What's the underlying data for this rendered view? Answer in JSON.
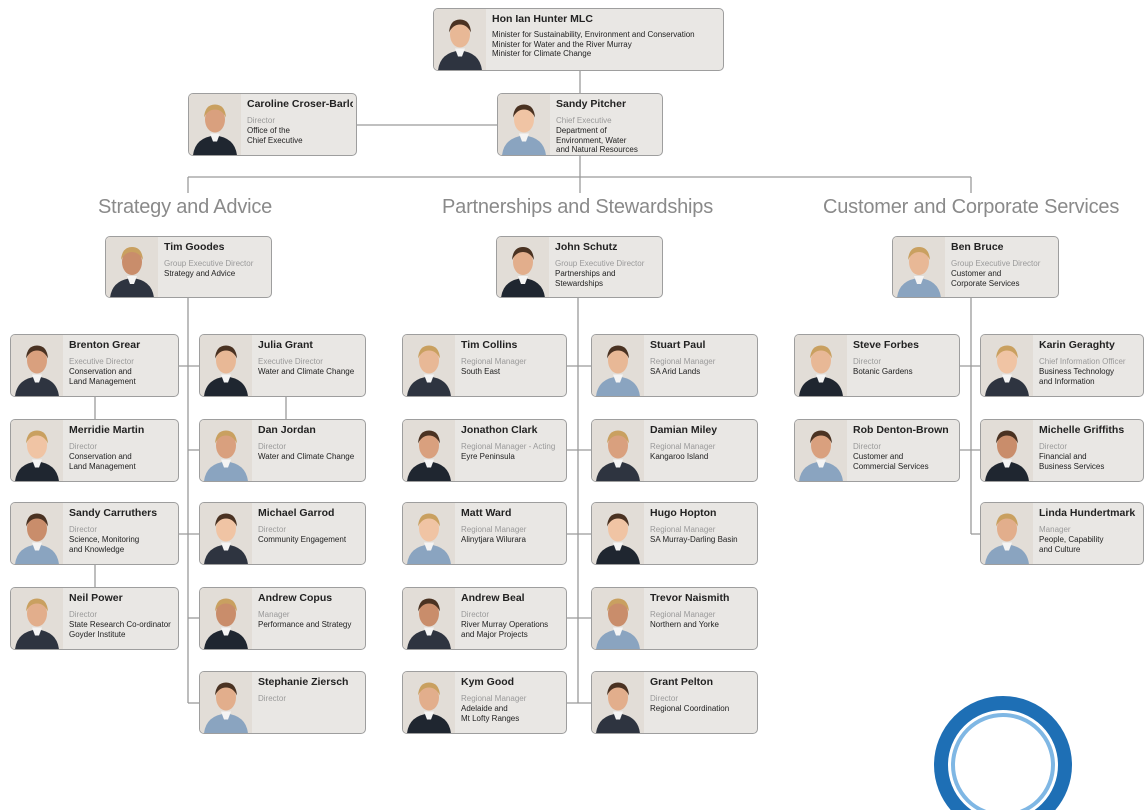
{
  "colors": {
    "card_fill": "#e9e7e4",
    "card_border": "#9e9e9e",
    "connector": "#9a9a9a",
    "section_title": "#8a8a8a",
    "badge_blue": "#1e6fb5"
  },
  "minister": {
    "name": "Hon Ian Hunter MLC",
    "lines": "Minister for Sustainability, Environment and Conservation\nMinister for Water and the River Murray\nMinister for Climate Change"
  },
  "executive": {
    "croser": {
      "name": "Caroline Croser-Barlow",
      "role": "Director",
      "unit": "Office of the\nChief Executive"
    },
    "pitcher": {
      "name": "Sandy Pitcher",
      "role": "Chief Executive",
      "unit": "Department of\nEnvironment, Water\nand Natural Resources"
    }
  },
  "sections": {
    "strategy": "Strategy and Advice",
    "partnerships": "Partnerships and Stewardships",
    "customer": "Customer and Corporate Services"
  },
  "people": {
    "goodes": {
      "name": "Tim Goodes",
      "role": "Group Executive Director",
      "unit": "Strategy and Advice"
    },
    "schutz": {
      "name": "John Schutz",
      "role": "Group Executive Director",
      "unit": "Partnerships and\nStewardships"
    },
    "bruce": {
      "name": "Ben Bruce",
      "role": "Group Executive Director",
      "unit": "Customer and\nCorporate Services"
    },
    "grear": {
      "name": "Brenton Grear",
      "role": "Executive Director",
      "unit": "Conservation and\nLand Management"
    },
    "martin": {
      "name": "Merridie Martin",
      "role": "Director",
      "unit": "Conservation and\nLand Management"
    },
    "carruthers": {
      "name": "Sandy Carruthers",
      "role": "Director",
      "unit": "Science, Monitoring\nand Knowledge"
    },
    "power": {
      "name": "Neil Power",
      "role": "Director",
      "unit": "State Research Co-ordinator\nGoyder Institute"
    },
    "grant": {
      "name": "Julia Grant",
      "role": "Executive Director",
      "unit": "Water and Climate Change"
    },
    "jordan": {
      "name": "Dan Jordan",
      "role": "Director",
      "unit": "Water and Climate Change"
    },
    "garrod": {
      "name": "Michael Garrod",
      "role": "Director",
      "unit": "Community Engagement"
    },
    "copus": {
      "name": "Andrew Copus",
      "role": "Manager",
      "unit": "Performance and Strategy"
    },
    "ziersch": {
      "name": "Stephanie Ziersch",
      "role": "Director",
      "unit": ""
    },
    "collins": {
      "name": "Tim Collins",
      "role": "Regional Manager",
      "unit": "South East"
    },
    "clark": {
      "name": "Jonathon Clark",
      "role": "Regional Manager - Acting",
      "unit": "Eyre Peninsula"
    },
    "ward": {
      "name": "Matt Ward",
      "role": "Regional Manager",
      "unit": "Alinytjara Wilurara"
    },
    "beal": {
      "name": "Andrew Beal",
      "role": "Director",
      "unit": "River Murray Operations\nand Major Projects"
    },
    "good": {
      "name": "Kym Good",
      "role": "Regional Manager",
      "unit": "Adelaide and\nMt Lofty Ranges"
    },
    "paul": {
      "name": "Stuart Paul",
      "role": "Regional Manager",
      "unit": "SA Arid Lands"
    },
    "miley": {
      "name": "Damian Miley",
      "role": "Regional Manager",
      "unit": "Kangaroo Island"
    },
    "hopton": {
      "name": "Hugo Hopton",
      "role": "Regional Manager",
      "unit": "SA Murray-Darling Basin"
    },
    "naismith": {
      "name": "Trevor Naismith",
      "role": "Regional Manager",
      "unit": "Northern and Yorke"
    },
    "pelton": {
      "name": "Grant Pelton",
      "role": "Director",
      "unit": "Regional Coordination"
    },
    "forbes": {
      "name": "Steve Forbes",
      "role": "Director",
      "unit": "Botanic Gardens"
    },
    "denton": {
      "name": "Rob Denton-Brown",
      "role": "Director",
      "unit": "Customer and\nCommercial Services"
    },
    "geraghty": {
      "name": "Karin Geraghty",
      "role": "Chief Information Officer",
      "unit": "Business Technology\nand Information"
    },
    "griffiths": {
      "name": "Michelle Griffiths",
      "role": "Director",
      "unit": "Financial and\nBusiness Services"
    },
    "hundertmark": {
      "name": "Linda Hundertmark",
      "role": "Manager",
      "unit": "People, Capability\nand Culture"
    }
  }
}
